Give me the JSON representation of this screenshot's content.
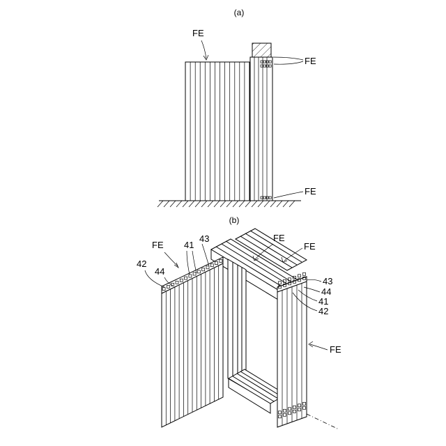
{
  "figure_a": {
    "caption": "(a)",
    "labels": {
      "fe_top_left": "FE",
      "fe_top_right": "FE",
      "fe_bottom_right": "FE"
    }
  },
  "figure_b": {
    "caption": "(b)",
    "labels": {
      "fe_left": "FE",
      "n41_left": "41",
      "n43_left": "43",
      "n42_left": "42",
      "n44_left": "44",
      "fe_top_mid": "FE",
      "fe_top_right": "FE",
      "n43_right": "43",
      "n44_right": "44",
      "n41_right": "41",
      "n42_right": "42",
      "fe_right": "FE"
    }
  }
}
